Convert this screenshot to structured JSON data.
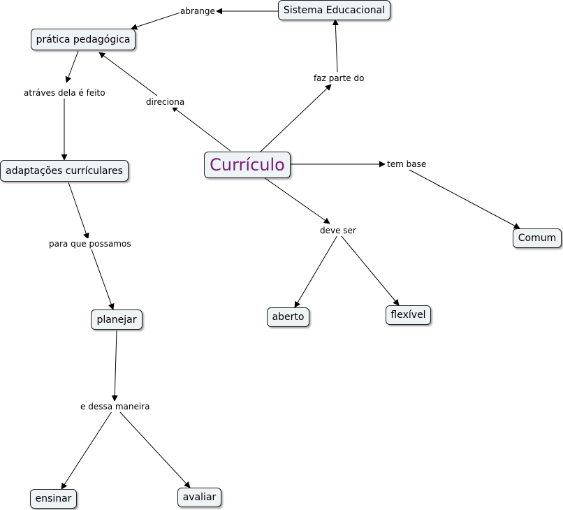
{
  "concepts": {
    "sistema": "Sistema Educacional",
    "pratica": "prática pedagógica",
    "curriculo": "Currículo",
    "adaptacoes": "adaptações currículares",
    "planejar": "planejar",
    "aberto": "aberto",
    "flexivel": "flexível",
    "comum": "Comum",
    "ensinar": "ensinar",
    "avaliar": "avaliar"
  },
  "links": {
    "abrange": "abrange",
    "faz_parte_do": "faz parte do",
    "direciona": "direciona",
    "atraves": "atráves dela é feito",
    "tem_base": "tem base",
    "deve_ser": "deve ser",
    "para_que": "para que possamos",
    "e_dessa": "e dessa maneira"
  },
  "colors": {
    "node_fill": "#eef3f5",
    "main_text": "#7a1a7a",
    "line": "#000000"
  }
}
